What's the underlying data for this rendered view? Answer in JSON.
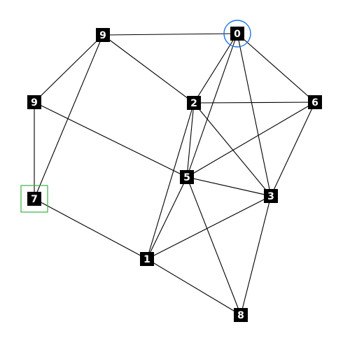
{
  "graph": {
    "nodes": [
      {
        "id": "n9a",
        "label": "9"
      },
      {
        "id": "n0",
        "label": "0"
      },
      {
        "id": "n9b",
        "label": "9"
      },
      {
        "id": "n2",
        "label": "2"
      },
      {
        "id": "n6",
        "label": "6"
      },
      {
        "id": "n5",
        "label": "5"
      },
      {
        "id": "n7",
        "label": "7"
      },
      {
        "id": "n3",
        "label": "3"
      },
      {
        "id": "n1",
        "label": "1"
      },
      {
        "id": "n8",
        "label": "8"
      }
    ],
    "edges": [
      [
        "n9a",
        "n0"
      ],
      [
        "n9a",
        "n9b"
      ],
      [
        "n9a",
        "n2"
      ],
      [
        "n9a",
        "n7"
      ],
      [
        "n9b",
        "n7"
      ],
      [
        "n9b",
        "n5"
      ],
      [
        "n0",
        "n2"
      ],
      [
        "n0",
        "n5"
      ],
      [
        "n0",
        "n6"
      ],
      [
        "n0",
        "n3"
      ],
      [
        "n2",
        "n6"
      ],
      [
        "n2",
        "n5"
      ],
      [
        "n2",
        "n3"
      ],
      [
        "n2",
        "n1"
      ],
      [
        "n6",
        "n5"
      ],
      [
        "n6",
        "n3"
      ],
      [
        "n5",
        "n3"
      ],
      [
        "n5",
        "n1"
      ],
      [
        "n5",
        "n8"
      ],
      [
        "n7",
        "n1"
      ],
      [
        "n3",
        "n1"
      ],
      [
        "n3",
        "n8"
      ],
      [
        "n1",
        "n8"
      ]
    ],
    "highlighted_circle": "n0",
    "highlighted_square": "n7",
    "highlight_colors": {
      "circle": "#1a73e8",
      "square": "#3cb043"
    }
  }
}
